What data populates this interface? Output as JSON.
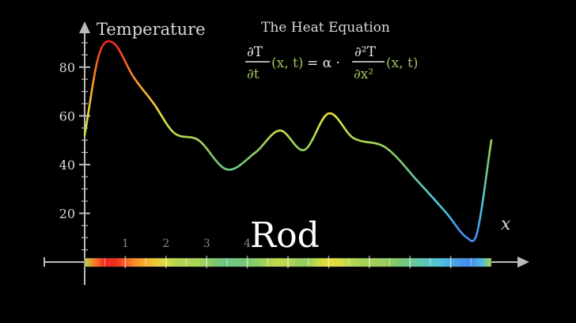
{
  "chart_data": {
    "type": "line",
    "title": "The Heat Equation",
    "equation": {
      "lhs_num": "∂T",
      "lhs_den": "∂t",
      "lhs_args": "(x, t)",
      "eq_alpha": "= α ·",
      "rhs_num": "∂²T",
      "rhs_den": "∂x²",
      "rhs_args": "(x, t)"
    },
    "ylabel": "Temperature",
    "xlabel": "x",
    "rod_label": "Rod",
    "ylim": [
      0,
      90
    ],
    "xlim": [
      0,
      10
    ],
    "yticks": [
      20,
      40,
      60,
      80
    ],
    "ytick_labels": [
      "20",
      "40",
      "60",
      "80"
    ],
    "xticks": [
      1,
      2,
      3,
      4
    ],
    "xtick_labels": [
      "1",
      "2",
      "3",
      "4"
    ],
    "x": [
      0,
      0.35,
      0.7,
      1.2,
      1.7,
      2.2,
      2.8,
      3.5,
      4.2,
      4.8,
      5.4,
      6.0,
      6.6,
      7.4,
      8.2,
      8.9,
      9.4,
      9.65,
      10.0
    ],
    "y": [
      52,
      85,
      90,
      76,
      65,
      53,
      50,
      38,
      45,
      54,
      46,
      61,
      51,
      47,
      33,
      20,
      10,
      12,
      50
    ],
    "grid": false,
    "colormap": "temperature (blue→green→yellow→red)",
    "colors": {
      "background": "#000000",
      "axis": "#bbbbbb",
      "text": "#d9d9d9",
      "variable_green": "#9fc35b",
      "rod_edge": "#444444"
    }
  }
}
